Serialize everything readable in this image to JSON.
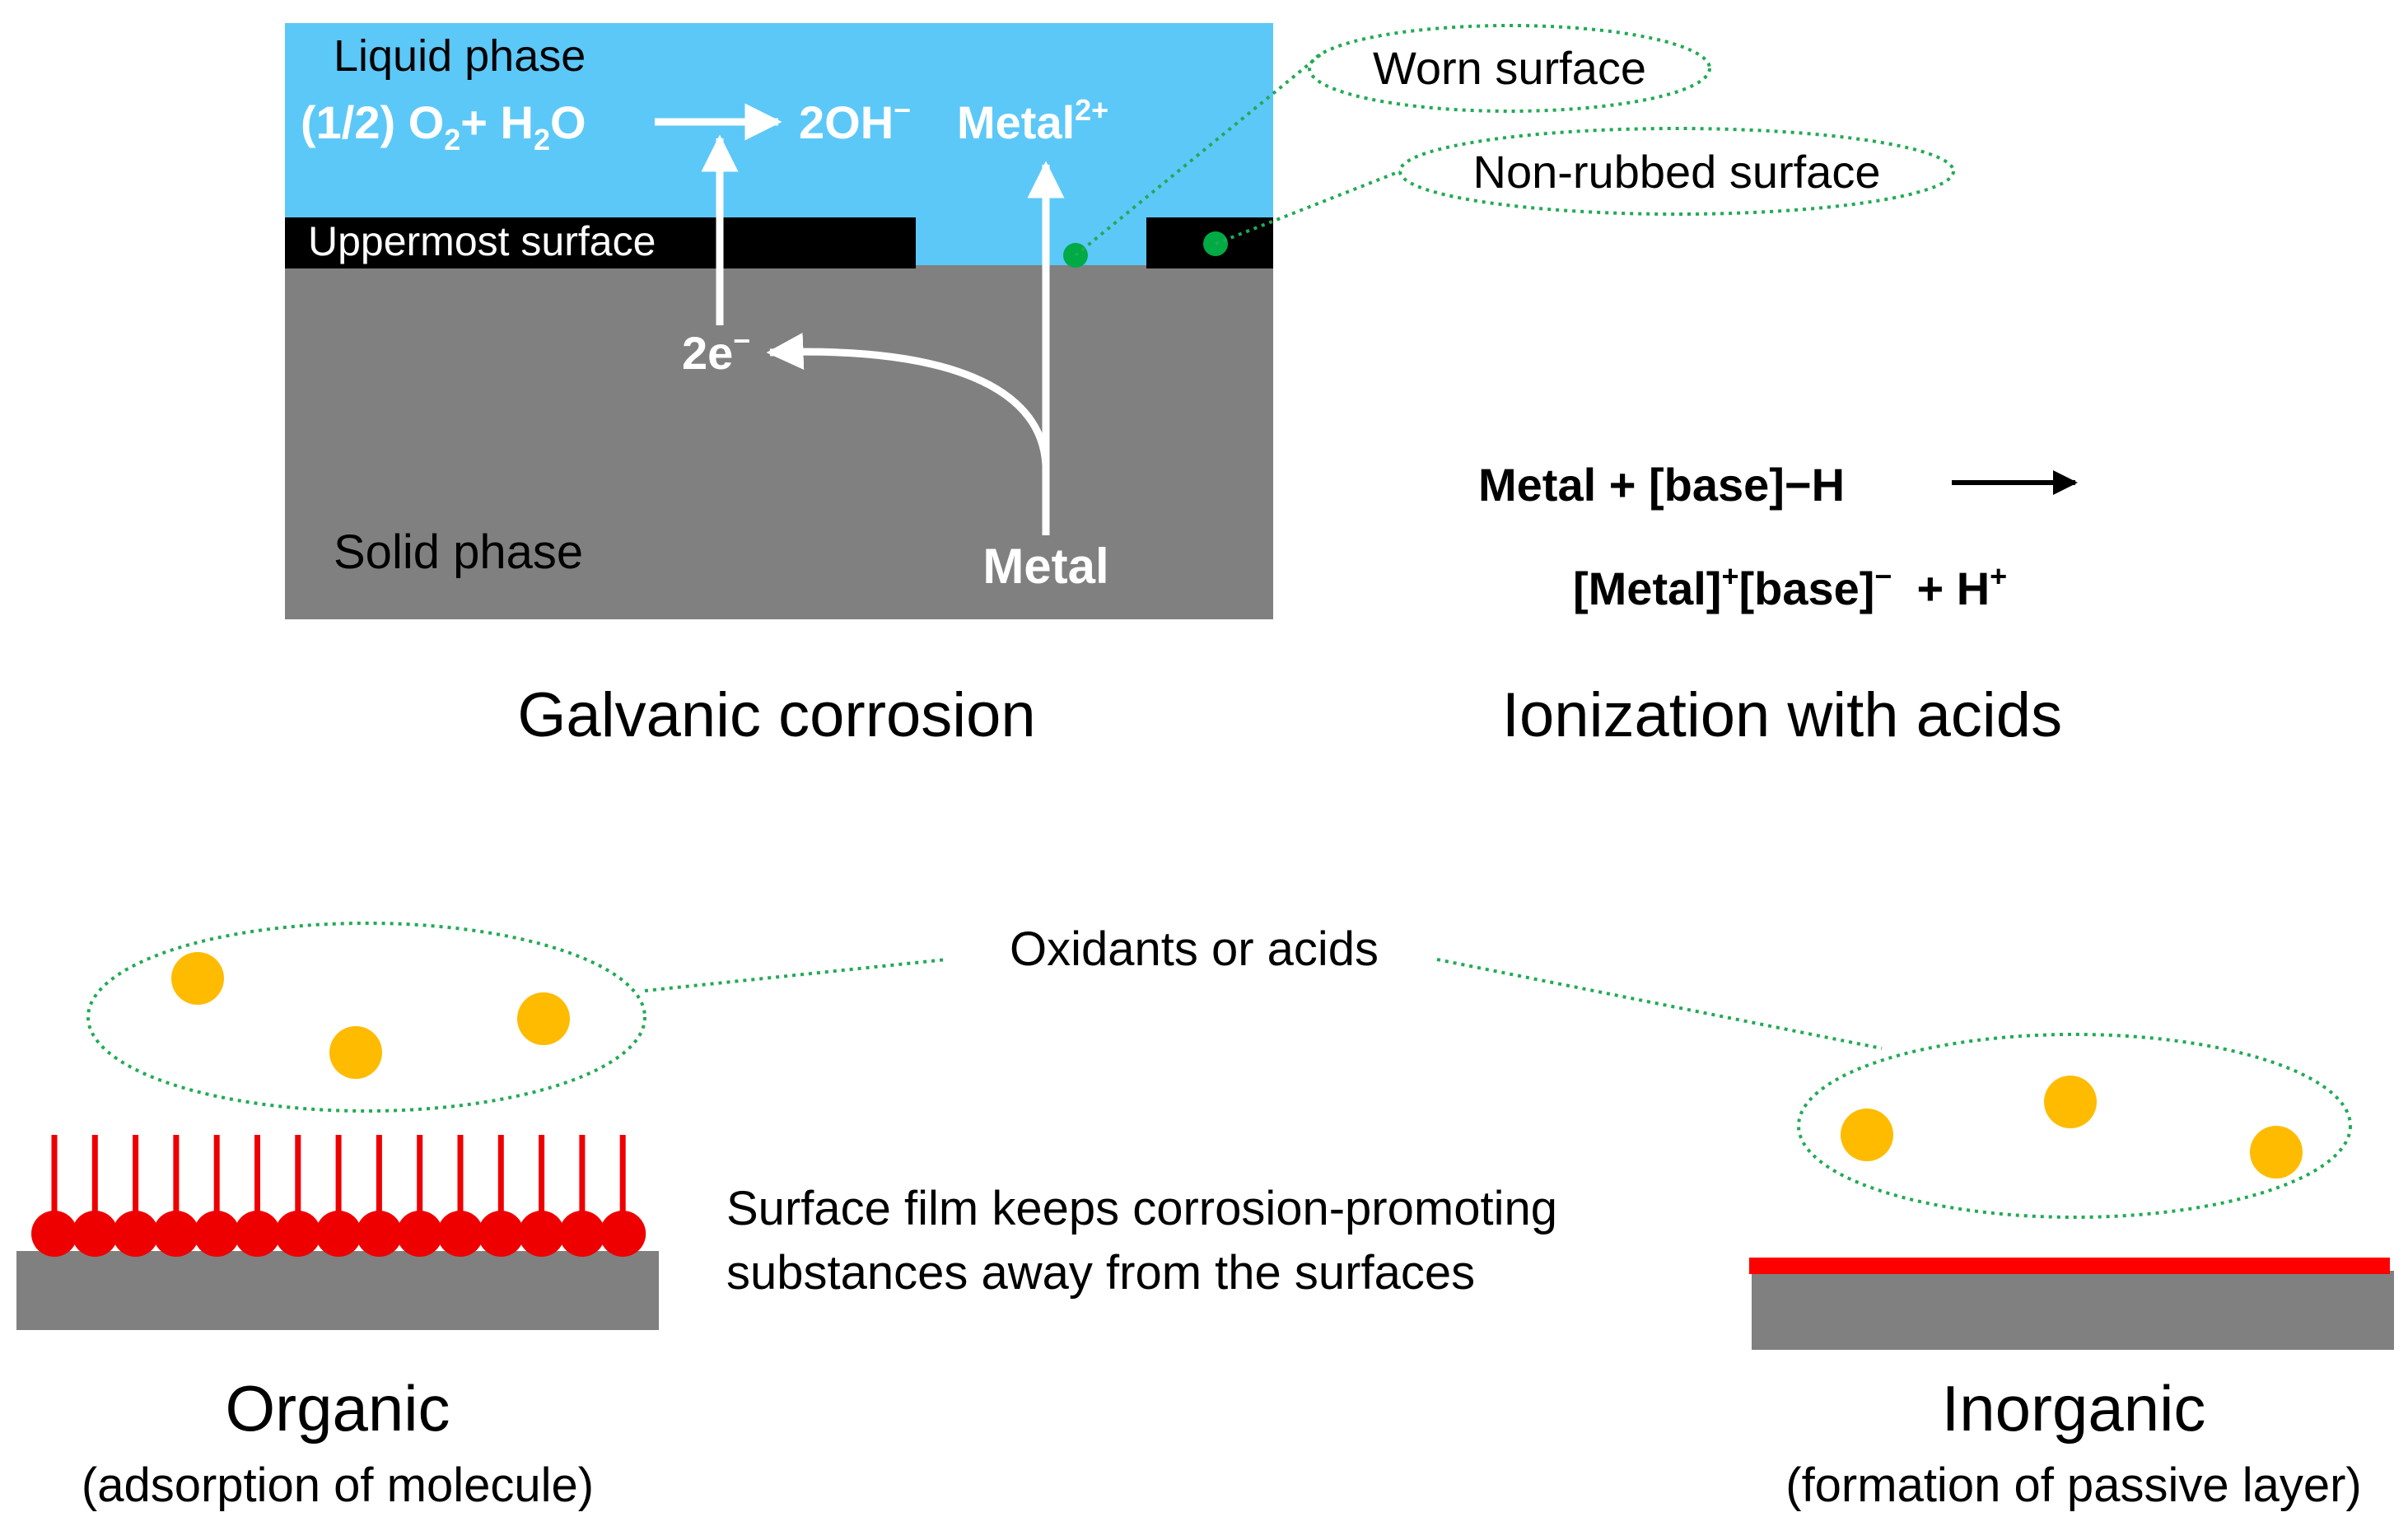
{
  "colors": {
    "liquid": "#5cc8f8",
    "solid": "#808080",
    "surface_film": "#000000",
    "accent_green": "#00aa44",
    "dotted_green": "#22aa55",
    "particle": "#ffbb00",
    "organic_red": "#ee0000",
    "passive_red": "#ff0000",
    "arrow_white": "#ffffff",
    "text_black": "#000000"
  },
  "galvanic": {
    "liquid_label": "Liquid phase",
    "reaction": {
      "half": "(1/2) O",
      "o_sub": "2",
      "plus_h": "+ H",
      "h_sub": "2",
      "o_end": "O",
      "product": "2OH",
      "product_sup": "−",
      "metal_ion": "Metal",
      "metal_ion_sup": "2+"
    },
    "uppermost_label": "Uppermost surface",
    "electrons": "2e",
    "electrons_sup": "−",
    "solid_label": "Solid phase",
    "metal_label": "Metal",
    "worn_label": "Worn surface",
    "nonrubbed_label": "Non-rubbed surface",
    "caption": "Galvanic corrosion"
  },
  "ionization": {
    "line1": "Metal + [base]−H",
    "line2_a": "[Metal]",
    "line2_a_sup": "+",
    "line2_b": "[base]",
    "line2_b_sup": "−",
    "line2_c": "+ H",
    "line2_c_sup": "+",
    "caption": "Ionization with acids"
  },
  "film": {
    "oxidants_label": "Oxidants or acids",
    "desc_line1": "Surface film keeps corrosion-promoting",
    "desc_line2": "substances away from the surfaces",
    "organic_title": "Organic",
    "organic_sub": "(adsorption of molecule)",
    "inorganic_title": "Inorganic",
    "inorganic_sub": "(formation of passive layer)"
  }
}
